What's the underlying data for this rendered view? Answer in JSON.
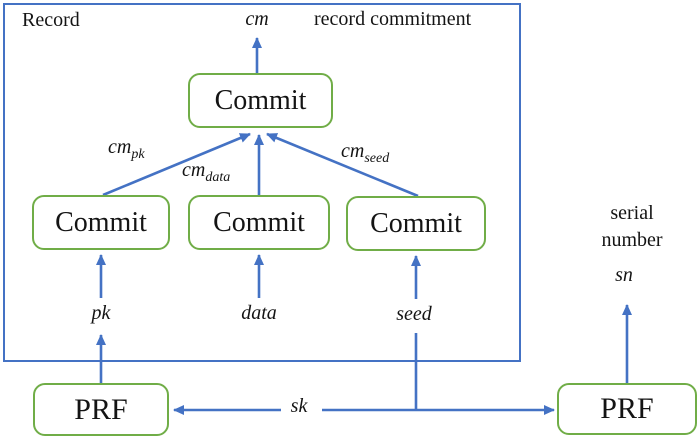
{
  "colors": {
    "blue": "#4472C4",
    "green": "#70AD47",
    "ink": "#141414"
  },
  "record_frame": {
    "label": "Record",
    "output_label": "cm",
    "caption": "record commitment"
  },
  "boxes": {
    "commit_top": {
      "label": "Commit"
    },
    "commit_pk": {
      "label": "Commit"
    },
    "commit_data": {
      "label": "Commit"
    },
    "commit_seed": {
      "label": "Commit"
    },
    "prf_left": {
      "label": "PRF"
    },
    "prf_right": {
      "label": "PRF"
    }
  },
  "edge_labels": {
    "cm_pk": {
      "base": "cm",
      "sub": "pk"
    },
    "cm_data": {
      "base": "cm",
      "sub": "data"
    },
    "cm_seed": {
      "base": "cm",
      "sub": "seed"
    }
  },
  "inputs": {
    "pk": "pk",
    "data": "data",
    "seed": "seed",
    "sk": "sk"
  },
  "serial_number": {
    "caption_line1": "serial",
    "caption_line2": "number",
    "output_label": "sn"
  }
}
